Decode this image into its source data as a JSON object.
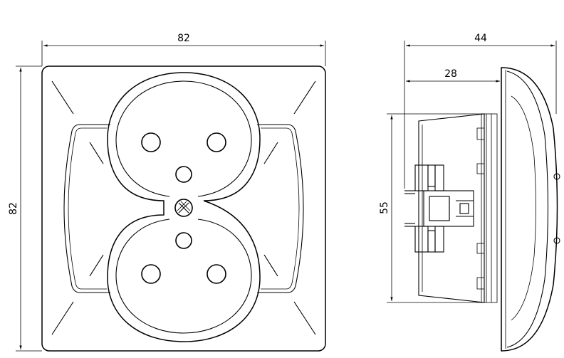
{
  "dimensions": {
    "front_width": "82",
    "front_height": "82",
    "side_depth_total": "44",
    "side_depth_partial": "28",
    "side_height": "55"
  }
}
